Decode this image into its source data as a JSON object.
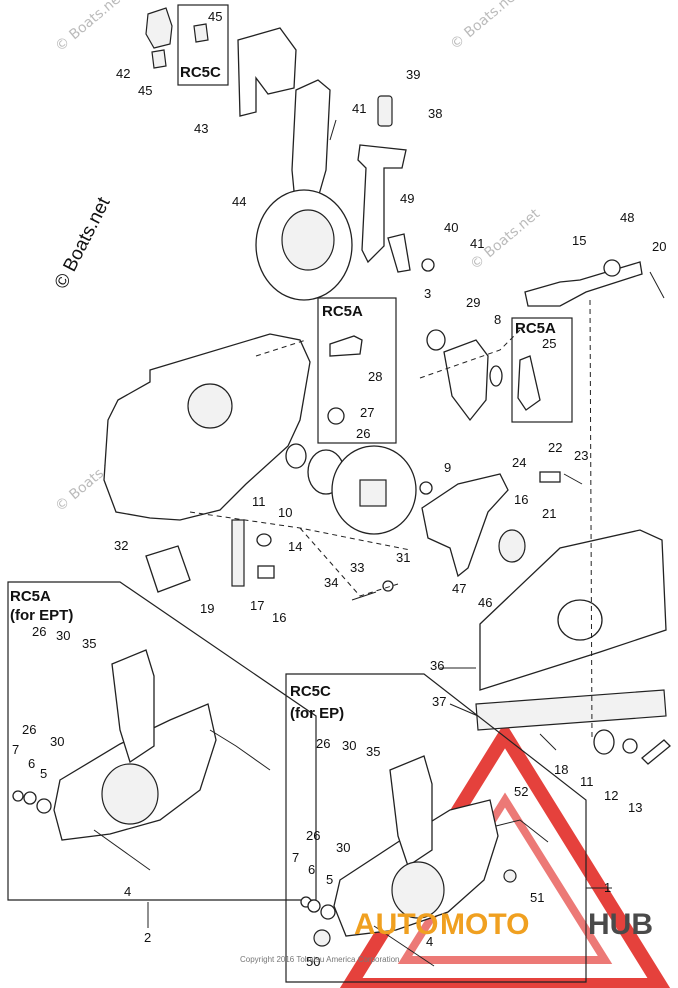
{
  "box_labels": {
    "rc5c_top": "RC5C",
    "rc5a_top": "RC5A",
    "rc5a_right": "RC5A",
    "rc5a_ept_line1": "RC5A",
    "rc5a_ept_line2": "(for EPT)",
    "rc5c_ep_line1": "RC5C",
    "rc5c_ep_line2": "(for EP)"
  },
  "callouts": {
    "c45a": "45",
    "c42": "42",
    "c45b": "45",
    "c43": "43",
    "c44": "44",
    "c39": "39",
    "c38": "38",
    "c41a": "41",
    "c49": "49",
    "c40": "40",
    "c41b": "41",
    "c48": "48",
    "c15": "15",
    "c20": "20",
    "c3": "3",
    "c29": "29",
    "c8": "8",
    "c25": "25",
    "c28": "28",
    "c27": "27",
    "c26a": "26",
    "c9": "9",
    "c24": "24",
    "c22": "22",
    "c23": "23",
    "c16a": "16",
    "c21": "21",
    "c11a": "11",
    "c10": "10",
    "c31": "31",
    "c14": "14",
    "c32": "32",
    "c19": "19",
    "c17": "17",
    "c16b": "16",
    "c34": "34",
    "c33": "33",
    "c47": "47",
    "c46": "46",
    "c36": "36",
    "c37": "37",
    "c18": "18",
    "c11b": "11",
    "c12": "12",
    "c13": "13",
    "c26b": "26",
    "c30a": "30",
    "c35a": "35",
    "c26c": "26",
    "c30b": "30",
    "c7a": "7",
    "c6a": "6",
    "c5a": "5",
    "c4a": "4",
    "c2": "2",
    "c26d": "26",
    "c30c": "30",
    "c35b": "35",
    "c26e": "26",
    "c30d": "30",
    "c52": "52",
    "c7b": "7",
    "c6b": "6",
    "c5b": "5",
    "c1": "1",
    "c51": "51",
    "c4b": "4",
    "c50": "50"
  },
  "watermarks": {
    "side": "© Boats.net",
    "faint": "© Boats.net"
  },
  "copyright": "Copyright 2016 Tohatsu America Corporation",
  "brand": {
    "auto": "AUTO",
    "moto": "MOTO",
    "hub": "HUB"
  },
  "colors": {
    "brand_red": "#e0201a",
    "brand_orange": "#f0a020",
    "brand_gray": "#4a4a4a",
    "line": "#222222"
  }
}
